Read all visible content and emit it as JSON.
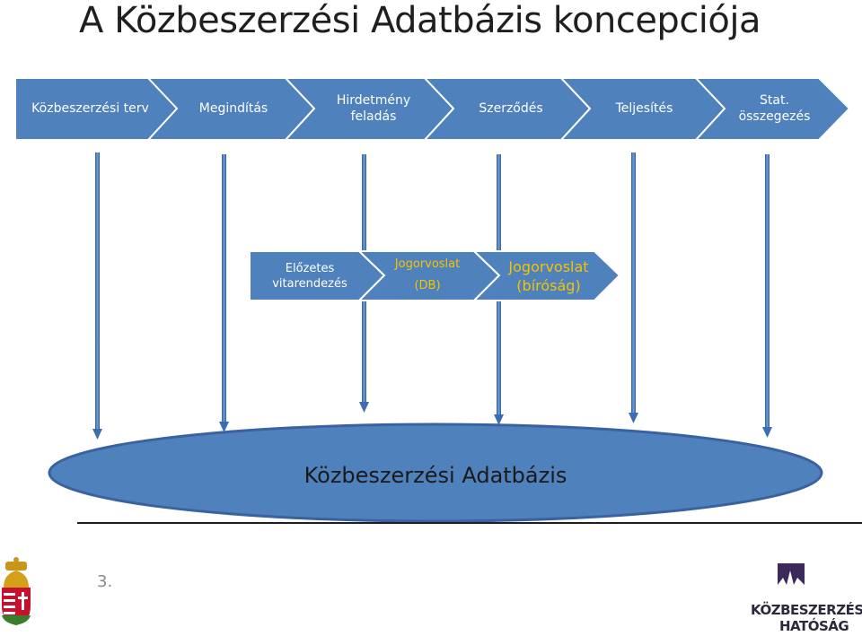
{
  "title": "A Közbeszerzési Adatbázis koncepciója",
  "process_steps": [
    {
      "label": "Közbeszerzési terv"
    },
    {
      "label": "Megindítás"
    },
    {
      "label": "Hirdetmény\nfeladás"
    },
    {
      "label": "Szerződés"
    },
    {
      "label": "Teljesítés"
    },
    {
      "label": "Stat.\nösszegezés"
    }
  ],
  "legal_steps": [
    {
      "label": "Előzetes\nvitarendezés"
    },
    {
      "label": "Jogorvoslat\n\n(DB)"
    },
    {
      "label": "Jogorvoslat\n(bíróság)"
    }
  ],
  "database": {
    "label": "Közbeszerzési Adatbázis"
  },
  "footer": {
    "slide_number": "3.",
    "logo_line1": "KÖZBESZERZÉSI",
    "logo_line2": "HATÓSÁG"
  },
  "colors": {
    "chevron": "#4f81bd",
    "chevron_border": "#ffffff",
    "ellipse_fill": "#4f81bd",
    "ellipse_stroke": "#3a62a0",
    "legal_text_highlight": "#f5c400"
  },
  "icons": {
    "coat_of_arms": "hungarian-coat-of-arms-icon",
    "authority_logo": "parliament-silhouette-icon"
  }
}
